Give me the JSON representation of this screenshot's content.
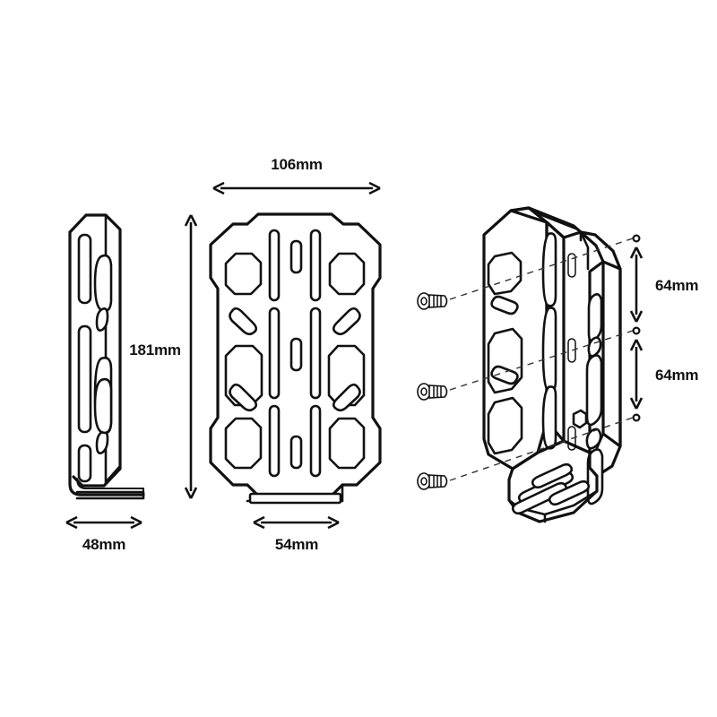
{
  "drawing": {
    "title": "Product dimension line drawing",
    "background_color": "#ffffff",
    "line_color": "#111111",
    "views": [
      {
        "id": "side-view",
        "name": "Side profile view"
      },
      {
        "id": "front-view",
        "name": "Front face view"
      },
      {
        "id": "iso-view",
        "name": "Isometric exploded view with screws"
      }
    ]
  },
  "dimensions": {
    "width_top": "106mm",
    "height_left": "181mm",
    "depth_side": "48mm",
    "width_bottom": "54mm",
    "hole_spacing_upper": "64mm",
    "hole_spacing_lower": "64mm"
  },
  "hardware": {
    "screw_count": 3,
    "screw_label": "mounting-screw"
  }
}
